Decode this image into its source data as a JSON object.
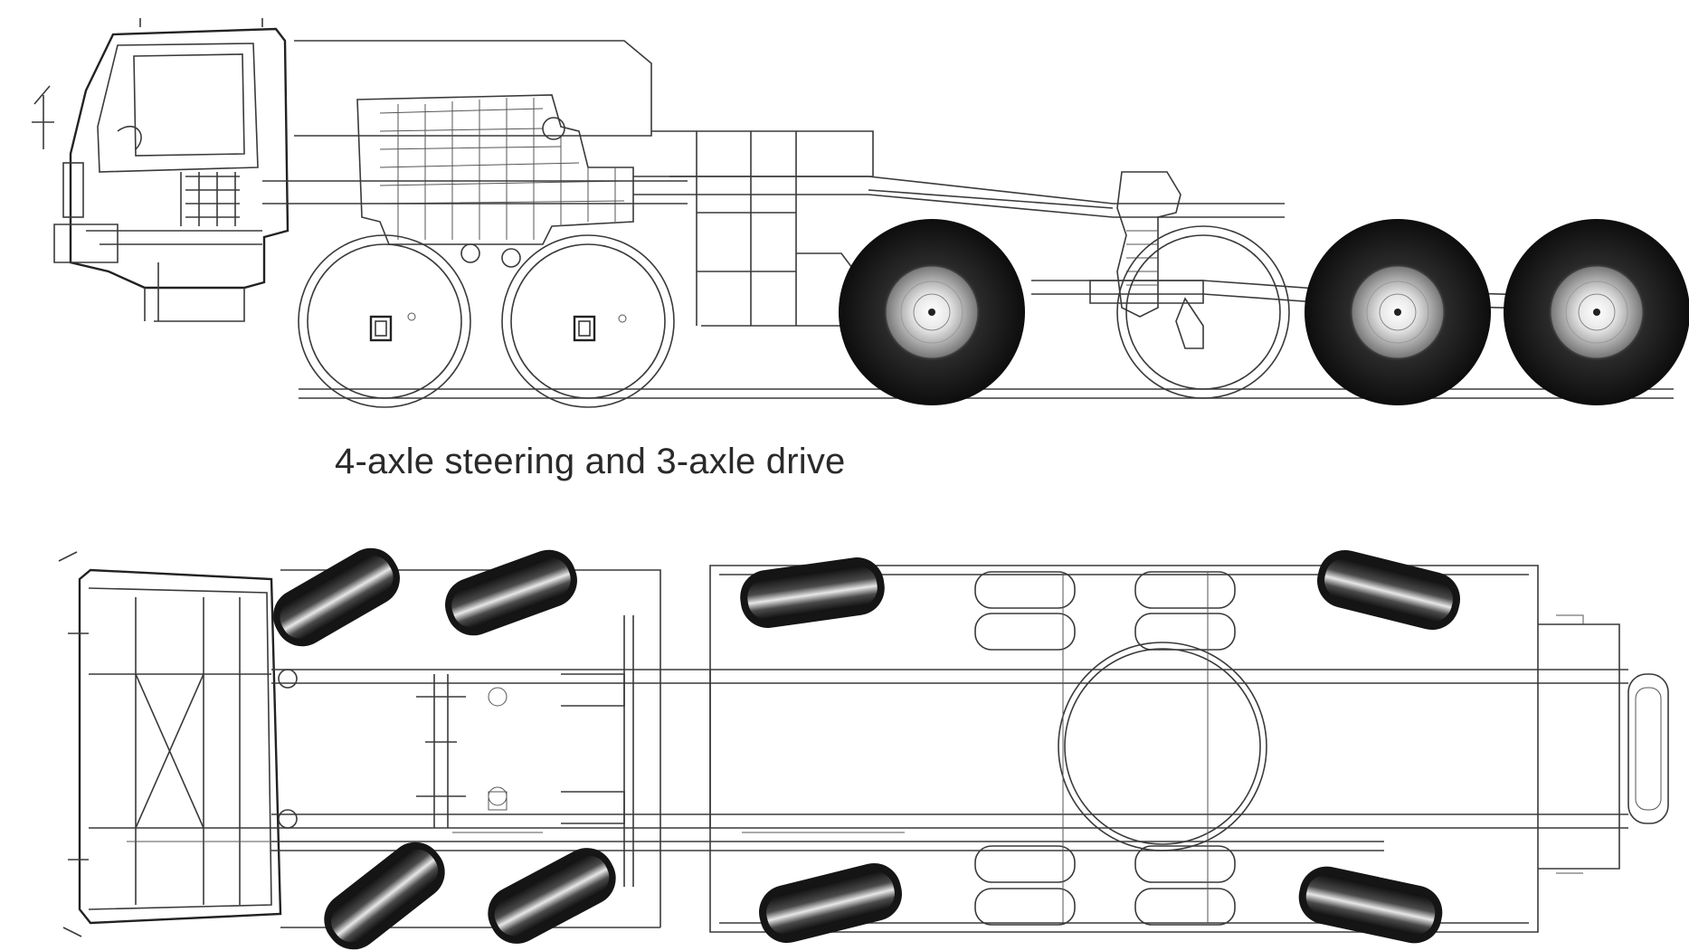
{
  "caption": "4-axle steering and 3-axle drive",
  "colors": {
    "line": "#3a3a3a",
    "tire_dark": "#151515",
    "tire_mid": "#555555",
    "background": "#ffffff"
  },
  "views": {
    "side": {
      "axles": 6,
      "drawn_tires": 3
    },
    "top": {
      "drawn_tires": 8
    }
  }
}
